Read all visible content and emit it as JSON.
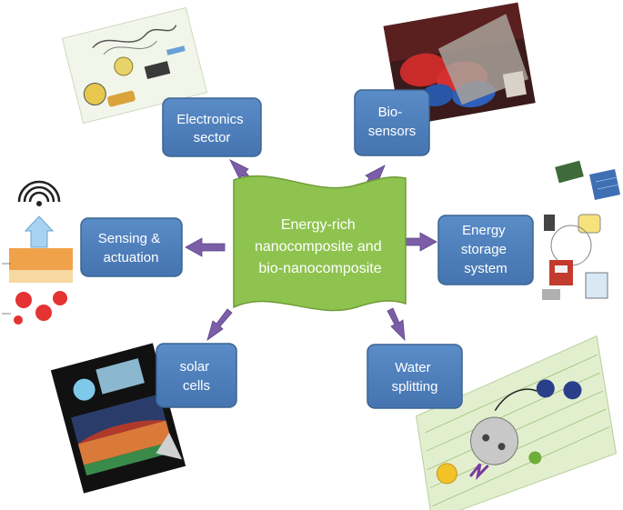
{
  "center": {
    "lines": [
      "Energy-rich",
      "nanocomposite and",
      "bio-nanocomposite"
    ]
  },
  "nodes": [
    {
      "id": "electronics",
      "lines": [
        "Electronics",
        "sector"
      ]
    },
    {
      "id": "biosensors",
      "lines": [
        "Bio-",
        "sensors"
      ]
    },
    {
      "id": "sensing",
      "lines": [
        "Sensing &",
        "actuation"
      ]
    },
    {
      "id": "energy",
      "lines": [
        "Energy",
        "storage",
        "system"
      ]
    },
    {
      "id": "solar",
      "lines": [
        "solar",
        "cells"
      ]
    },
    {
      "id": "water",
      "lines": [
        "Water",
        "splitting"
      ]
    }
  ],
  "colors": {
    "box_fill": "#4f81bd",
    "box_stroke": "#3a6494",
    "arrow": "#7b5ea7",
    "center_fill": "#8ec34f",
    "center_stroke": "#6f9c3a"
  }
}
